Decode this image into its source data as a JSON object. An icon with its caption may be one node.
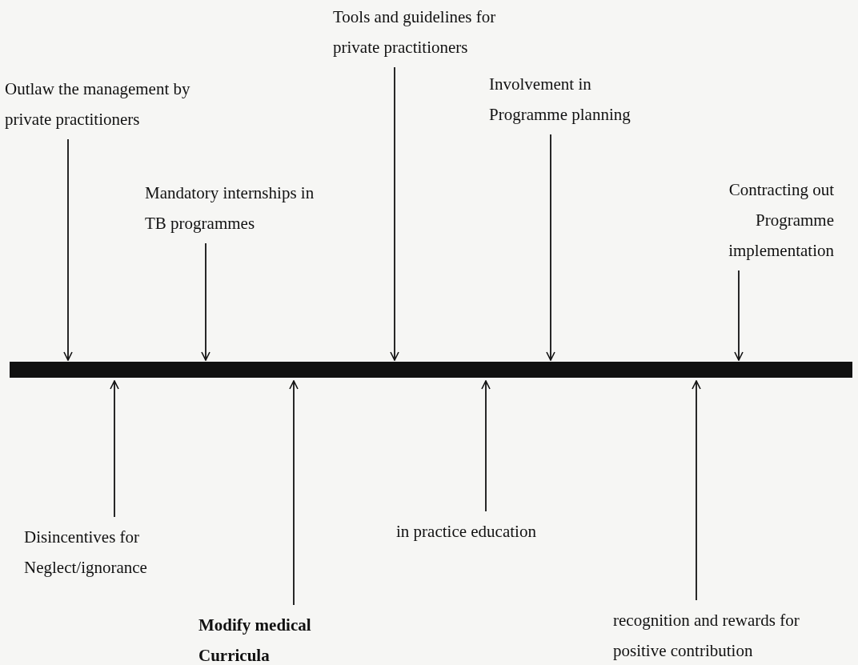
{
  "diagram": {
    "nodes": [
      {
        "text": [
          "Outlaw the management by private practitioners"
        ]
      },
      {
        "text": [
          "Mandatory internships in TB programmes"
        ]
      },
      {
        "text": [
          "Tools and guidelines for private practitioners"
        ]
      },
      {
        "text": [
          "Involvement in Programme planning"
        ]
      },
      {
        "text": [
          "Contracting out Programme implementation"
        ]
      },
      {
        "text": [],
        "shape": "bar"
      },
      {
        "text": [
          "Disincentives for Neglect/ignorance"
        ]
      },
      {
        "text": [
          "Modify medical Curricula"
        ]
      },
      {
        "text": [
          "in practice education"
        ]
      },
      {
        "text": [
          "recognition and rewards for positive contribution"
        ]
      }
    ],
    "edges": [
      {
        "from": 0,
        "to": 5,
        "arrow": "to"
      },
      {
        "from": 1,
        "to": 5,
        "arrow": "to"
      },
      {
        "from": 2,
        "to": 5,
        "arrow": "to"
      },
      {
        "from": 3,
        "to": 5,
        "arrow": "to"
      },
      {
        "from": 4,
        "to": 5,
        "arrow": "to"
      },
      {
        "from": 6,
        "to": 5,
        "arrow": "to"
      },
      {
        "from": 7,
        "to": 5,
        "arrow": "to"
      },
      {
        "from": 8,
        "to": 5,
        "arrow": "to"
      },
      {
        "from": 9,
        "to": 5,
        "arrow": "to"
      }
    ]
  }
}
